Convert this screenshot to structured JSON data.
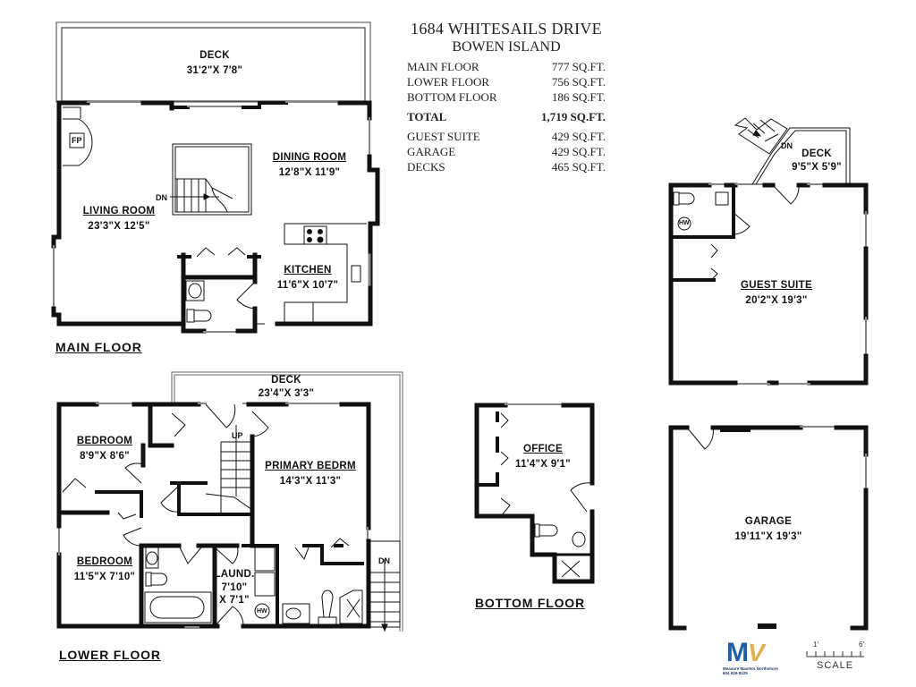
{
  "header": {
    "address": "1684 WHITESAILS DRIVE",
    "area": "BOWEN ISLAND"
  },
  "summary": {
    "rows": [
      {
        "label": "MAIN FLOOR",
        "value": "777 SQ.FT."
      },
      {
        "label": "LOWER FLOOR",
        "value": "756 SQ.FT."
      },
      {
        "label": "BOTTOM FLOOR",
        "value": "186 SQ.FT."
      }
    ],
    "total": {
      "label": "TOTAL",
      "value": "1,719 SQ.FT."
    },
    "extras": [
      {
        "label": "GUEST SUITE",
        "value": "429 SQ.FT."
      },
      {
        "label": "GARAGE",
        "value": "429 SQ.FT."
      },
      {
        "label": "DECKS",
        "value": "465 SQ.FT."
      }
    ]
  },
  "floors": {
    "main": {
      "title": "MAIN FLOOR",
      "rooms": {
        "deck": {
          "name": "DECK",
          "dim": "31'2\"X  7'8\""
        },
        "dining": {
          "name": "DINING  ROOM",
          "dim": "12'8\"X  11'9\""
        },
        "living": {
          "name": "LIVING  ROOM",
          "dim": "23'3\"X  12'5\""
        },
        "kitchen": {
          "name": "KITCHEN",
          "dim": "11'6\"X  10'7\""
        }
      },
      "fireplace": "FP",
      "stairs": "DN"
    },
    "guest": {
      "rooms": {
        "deck": {
          "name": "DECK",
          "dim": "9'5\"X  5'9\""
        },
        "suite": {
          "name": "GUEST  SUITE",
          "dim": "20'2\"X  19'3\""
        }
      },
      "stairs": "DN",
      "hw": "HW"
    },
    "lower": {
      "title": "LOWER FLOOR",
      "rooms": {
        "deck": {
          "name": "DECK",
          "dim": "23'4\"X  3'3\""
        },
        "bedroom1": {
          "name": "BEDROOM",
          "dim": "8'9\"X  8'6\""
        },
        "primary": {
          "name": "PRIMARY  BEDRM",
          "dim": "14'3\"X  11'3\""
        },
        "bedroom2": {
          "name": "BEDROOM",
          "dim": "11'5\"X  7'10\""
        },
        "laund": {
          "name": "LAUND.",
          "dim1": "7'10\"",
          "dim2": "X  7'1\""
        }
      },
      "stairs_up": "UP",
      "stairs_dn": "DN",
      "hw": "HW"
    },
    "bottom": {
      "title": "BOTTOM FLOOR",
      "rooms": {
        "office": {
          "name": "OFFICE",
          "dim": "11'4\"X  9'1\""
        }
      }
    },
    "garage": {
      "rooms": {
        "garage": {
          "name": "GARAGE",
          "dim": "19'11\"X  19'3\""
        }
      }
    }
  },
  "footer": {
    "logo": {
      "mark_m": "M",
      "mark_v": "V",
      "company": "Measure Masters Northshore",
      "phone": "604 929-8229"
    },
    "scale": {
      "start": "1'",
      "end": "6'",
      "label": "SCALE"
    }
  },
  "colors": {
    "wall": "#111111",
    "window": "#888888",
    "logo_blue": "#1f5fa8",
    "logo_gold": "#e1b04a"
  }
}
